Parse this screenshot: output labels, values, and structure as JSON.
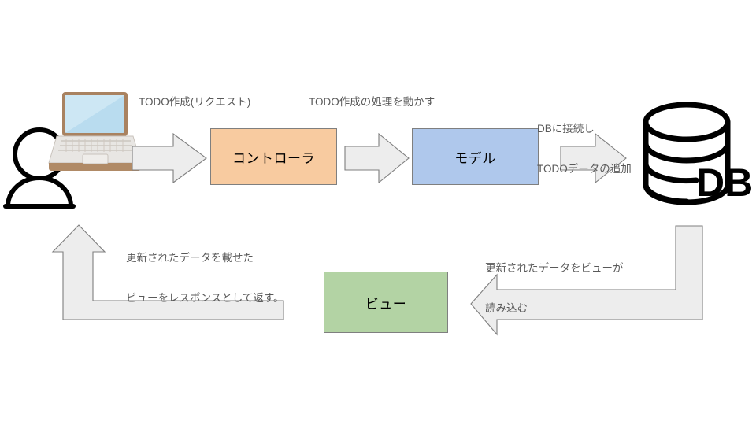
{
  "diagram": {
    "title": "MVC request flow diagram",
    "nodes": {
      "actor": {
        "name": "user-person-icon"
      },
      "laptop": {
        "name": "laptop-icon"
      },
      "controller": {
        "label": "コントローラ",
        "color": "#F8CBA0"
      },
      "model": {
        "label": "モデル",
        "color": "#AFC8EC"
      },
      "view": {
        "label": "ビュー",
        "color": "#B3D3A4"
      },
      "database": {
        "label": "DB",
        "color": "#000000"
      }
    },
    "labels": {
      "request": "TODO作成(リクエスト)",
      "invoke": "TODO作成の処理を動かす",
      "db_line1": "DBに接続し",
      "db_line2": "TODOデータの追加",
      "response_line1": "更新されたデータを載せた",
      "response_line2": "ビューをレスポンスとして返す。",
      "load_line1": "更新されたデータをビューが",
      "load_line2": "読み込む"
    },
    "arrows": {
      "user_to_controller": "arrow-right",
      "controller_to_model": "arrow-right",
      "model_to_db": "arrow-right",
      "db_to_view": "bent-arrow-left",
      "view_to_user": "bent-arrow-up"
    },
    "colors": {
      "arrow_fill": "#EDEDED",
      "arrow_stroke": "#7f7f7f",
      "label_text": "#595959",
      "node_border": "#7f7f7f"
    }
  }
}
